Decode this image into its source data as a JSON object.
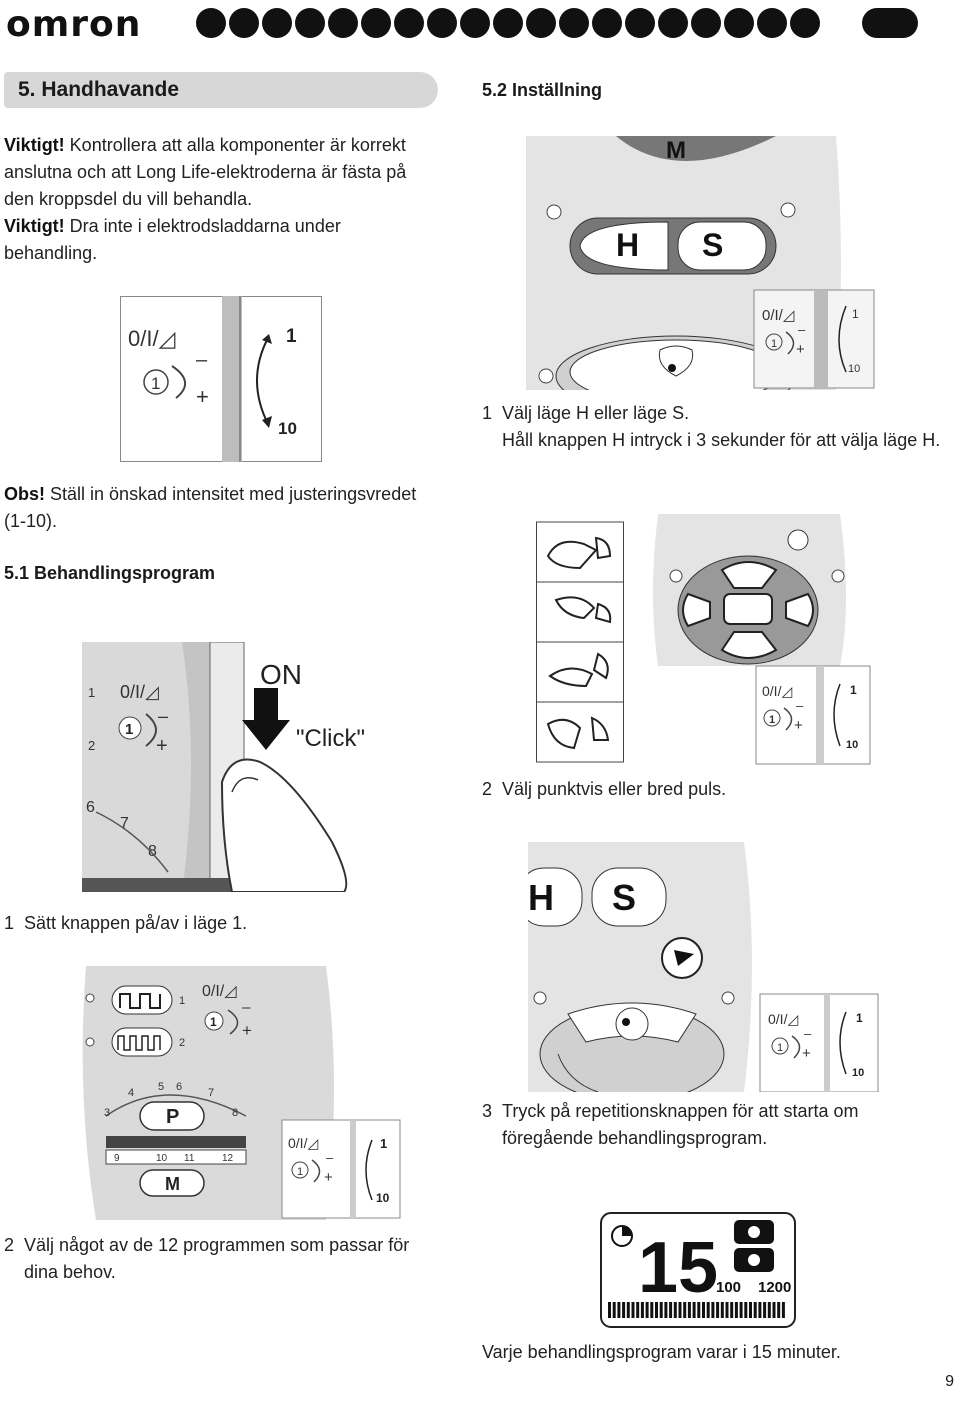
{
  "header": {
    "brand": "omron"
  },
  "section": {
    "title": "5. Handhavande"
  },
  "intro": {
    "warn1_label": "Viktigt!",
    "warn1_text": " Kontrollera att alla komponenter är korrekt anslutna och att Long Life-elektroderna är fästa på den kroppsdel du vill behandla.",
    "warn2_label": "Viktigt!",
    "warn2_text": " Dra inte i elektrodsladdarna under behandling."
  },
  "dial": {
    "top": "1",
    "bottom": "10",
    "power_sym": "0/I/◿",
    "minus": "–",
    "plus": "+",
    "circle_num": "1"
  },
  "obs": {
    "label": "Obs!",
    "text": " Ställ in önskad intensitet med justeringsvredet (1-10)."
  },
  "sub51": {
    "title": "5.1 Behandlingsprogram"
  },
  "on_fig": {
    "on": "ON",
    "click": "\"Click\"",
    "n1": "1",
    "n2": "2",
    "n6": "6",
    "n7": "7",
    "n8": "8"
  },
  "step1_left": {
    "num": "1",
    "text": "Sätt knappen på/av i läge 1."
  },
  "prog_fig": {
    "p": "P",
    "m": "M",
    "n1": "1",
    "n2": "2",
    "n3": "3",
    "n4": "4",
    "n5": "5",
    "n6": "6",
    "n7": "7",
    "n8": "8",
    "n9": "9",
    "n10": "10",
    "n11": "11",
    "n12": "12"
  },
  "step2_left": {
    "num": "2",
    "text": "Välj något av de 12 programmen som passar för dina behov."
  },
  "sub52": {
    "title": "5.2 Inställning"
  },
  "mode_fig": {
    "m": "M",
    "h": "H",
    "s": "S"
  },
  "step1_right": {
    "num": "1",
    "line1": "Välj läge H eller läge S.",
    "line2": "Håll knappen H intryck i 3 sekunder för att välja läge H."
  },
  "step2_right": {
    "num": "2",
    "text": "Välj punktvis eller bred puls."
  },
  "step3_right": {
    "num": "3",
    "text": "Tryck på repetitionsknappen för att starta om föregående behandlingsprogram."
  },
  "lcd": {
    "digits": "15",
    "v1": "100",
    "v2": "1200"
  },
  "footer_note": "Varje behandlingsprogram varar i 15 minuter.",
  "page_number": "9"
}
